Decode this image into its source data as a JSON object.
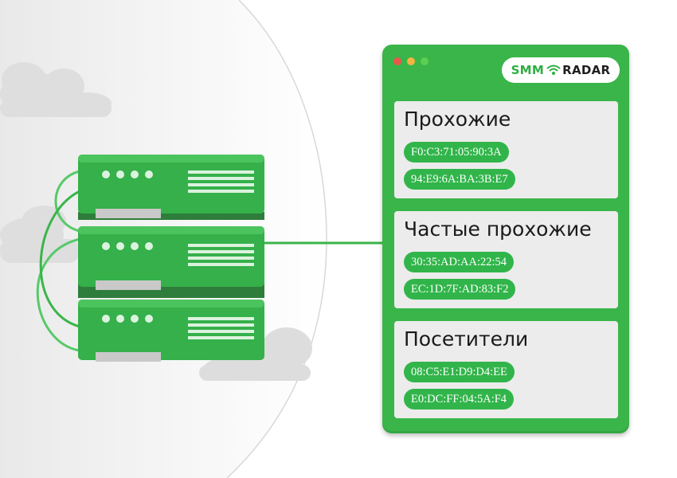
{
  "window": {
    "controls": [
      "close",
      "minimize",
      "maximize"
    ],
    "control_colors": [
      "#e8584d",
      "#f2b540",
      "#5ccf52"
    ]
  },
  "brand": {
    "left": "SMM",
    "right": "RADAR",
    "icon": "wifi-icon",
    "accent": "#2fae43",
    "window_color": "#3ab54a"
  },
  "sections": [
    {
      "title": "Прохожие",
      "macs": [
        "F0:C3:71:05:90:3A",
        "94:E9:6A:BA:3B:E7"
      ]
    },
    {
      "title": "Частые прохожие",
      "macs": [
        "30:35:AD:AA:22:54",
        "EC:1D:7F:AD:83:F2"
      ]
    },
    {
      "title": "Посетители",
      "macs": [
        "08:C5:E1:D9:D4:EE",
        "E0:DC:FF:04:5A:F4"
      ]
    }
  ],
  "illustration": {
    "icons": [
      "server-rack-icon",
      "cloud-icon"
    ]
  }
}
